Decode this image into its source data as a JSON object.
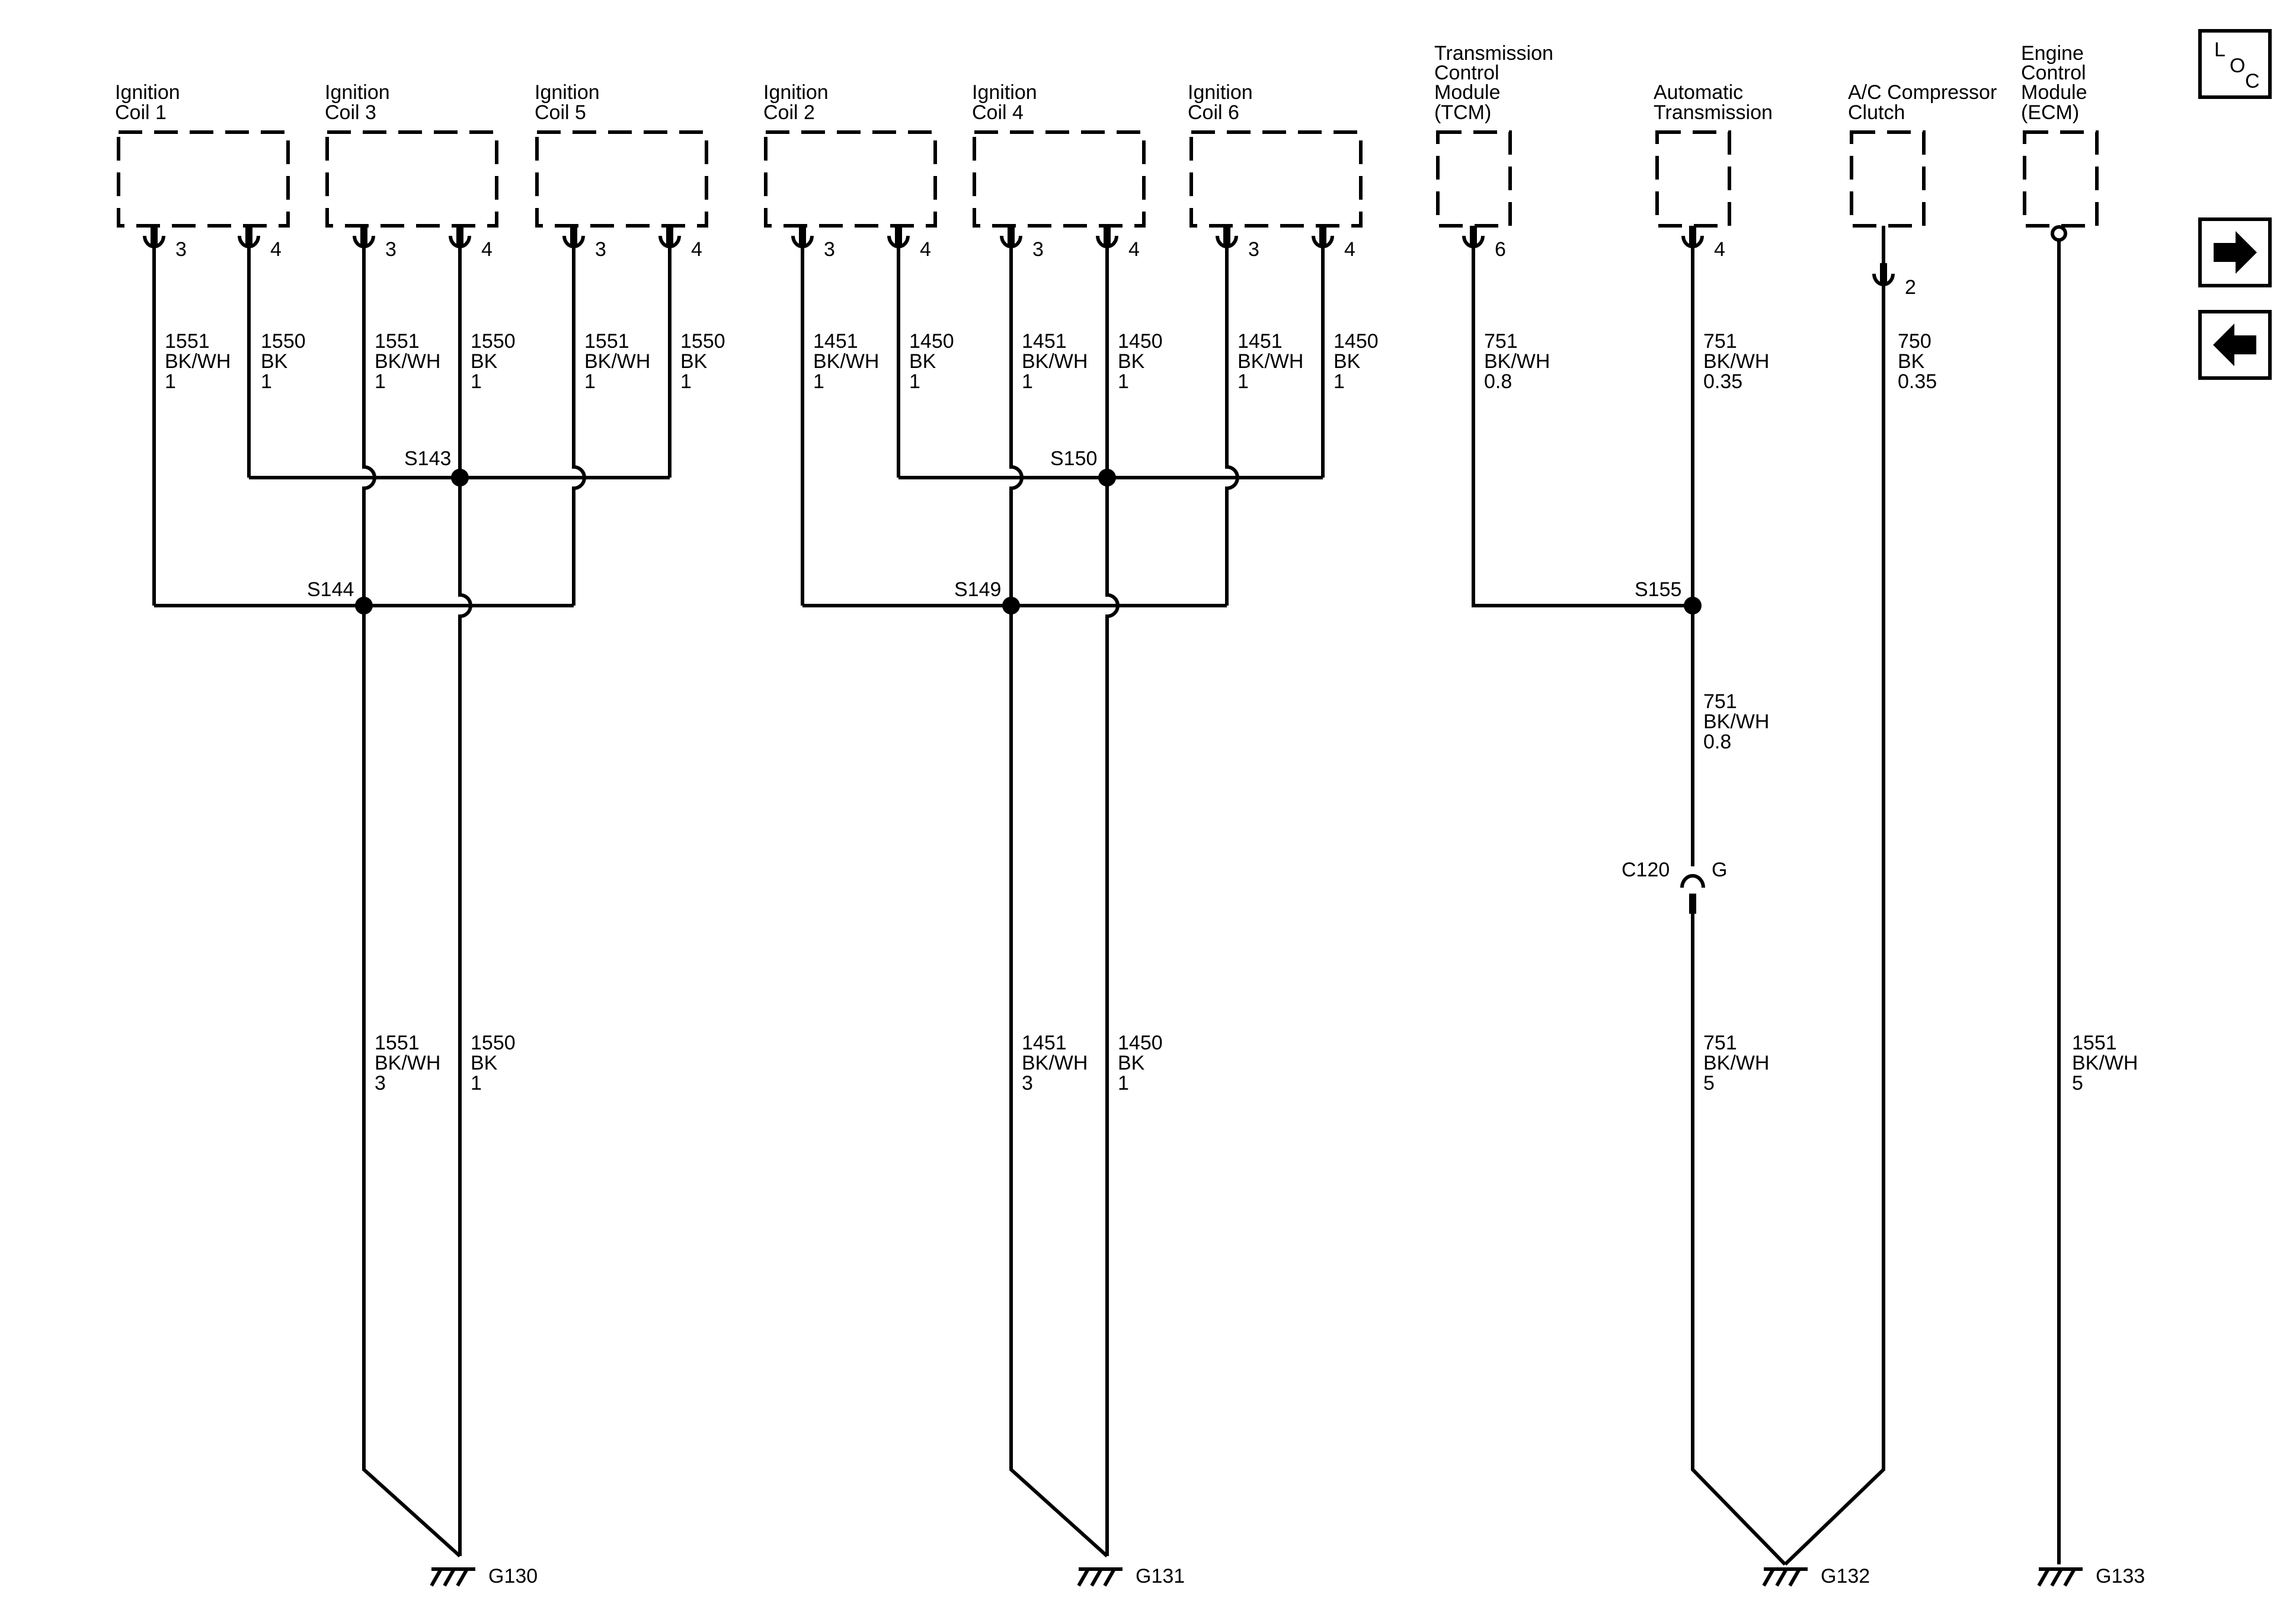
{
  "components": {
    "coil1": {
      "l1": "Ignition",
      "l2": "Coil 1"
    },
    "coil3": {
      "l1": "Ignition",
      "l2": "Coil 3"
    },
    "coil5": {
      "l1": "Ignition",
      "l2": "Coil 5"
    },
    "coil2": {
      "l1": "Ignition",
      "l2": "Coil 2"
    },
    "coil4": {
      "l1": "Ignition",
      "l2": "Coil 4"
    },
    "coil6": {
      "l1": "Ignition",
      "l2": "Coil 6"
    },
    "tcm": {
      "l1": "Transmission",
      "l2": "Control",
      "l3": "Module",
      "l4": "(TCM)"
    },
    "auto_trans": {
      "l1": "Automatic",
      "l2": "Transmission"
    },
    "ac_clutch": {
      "l1": "A/C Compressor",
      "l2": "Clutch"
    },
    "ecm": {
      "l1": "Engine",
      "l2": "Control",
      "l3": "Module",
      "l4": "(ECM)"
    }
  },
  "pins": {
    "p3": "3",
    "p4": "4",
    "p6": "6",
    "p2": "2"
  },
  "wires": {
    "w1551_bkwh_1": {
      "circuit": "1551",
      "color": "BK/WH",
      "size": "1"
    },
    "w1550_bk_1": {
      "circuit": "1550",
      "color": "BK",
      "size": "1"
    },
    "w1451_bkwh_1": {
      "circuit": "1451",
      "color": "BK/WH",
      "size": "1"
    },
    "w1450_bk_1": {
      "circuit": "1450",
      "color": "BK",
      "size": "1"
    },
    "w751_bkwh_08": {
      "circuit": "751",
      "color": "BK/WH",
      "size": "0.8"
    },
    "w751_bkwh_035": {
      "circuit": "751",
      "color": "BK/WH",
      "size": "0.35"
    },
    "w750_bk_035": {
      "circuit": "750",
      "color": "BK",
      "size": "0.35"
    },
    "w1551_bkwh_3": {
      "circuit": "1551",
      "color": "BK/WH",
      "size": "3"
    },
    "w1451_bkwh_3": {
      "circuit": "1451",
      "color": "BK/WH",
      "size": "3"
    },
    "w751_bkwh_5": {
      "circuit": "751",
      "color": "BK/WH",
      "size": "5"
    },
    "w1551_bkwh_5": {
      "circuit": "1551",
      "color": "BK/WH",
      "size": "5"
    }
  },
  "splices": {
    "s143": "S143",
    "s144": "S144",
    "s149": "S149",
    "s150": "S150",
    "s155": "S155"
  },
  "connector": {
    "name": "C120",
    "cavity": "G"
  },
  "grounds": {
    "g130": "G130",
    "g131": "G131",
    "g132": "G132",
    "g133": "G133"
  },
  "loc": {
    "l": "L",
    "o": "O",
    "c": "C"
  },
  "icons": {
    "next": "arrow-right-icon",
    "prev": "arrow-left-icon"
  }
}
